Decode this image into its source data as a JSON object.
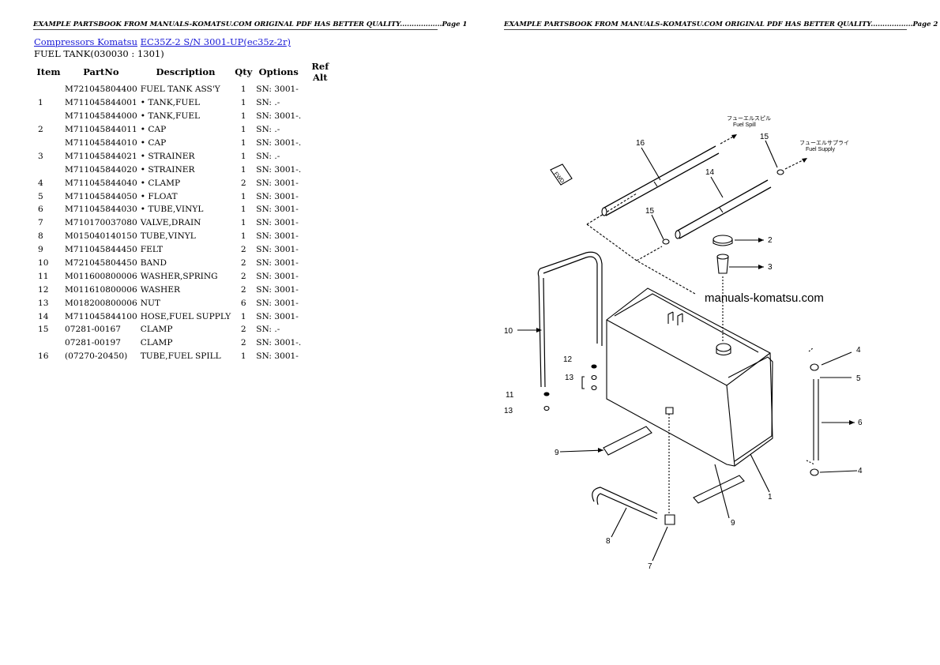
{
  "header": {
    "left": "EXAMPLE PARTSBOOK FROM MANUALS-KOMATSU.COM ORIGINAL PDF HAS BETTER QUALITY..................Page 1",
    "right": "EXAMPLE PARTSBOOK FROM MANUALS-KOMATSU.COM ORIGINAL PDF HAS BETTER QUALITY..................Page 2"
  },
  "breadcrumb": {
    "link1": "Compressors Komatsu",
    "link2": "EC35Z-2 S/N 3001-UP(ec35z-2r)"
  },
  "section_title": "FUEL TANK(030030 : 1301)",
  "table": {
    "headers": [
      "Item",
      "PartNo",
      "Description",
      "Qty",
      "Options",
      "Ref Alt"
    ],
    "rows": [
      {
        "item": "",
        "partno": "M721045804400",
        "desc": "FUEL TANK ASS'Y",
        "qty": "1",
        "options": "SN: 3001-",
        "ref": ""
      },
      {
        "item": "1",
        "partno": "M711045844001",
        "desc": "• TANK,FUEL",
        "qty": "1",
        "options": "SN: .-",
        "ref": ""
      },
      {
        "item": "",
        "partno": "M711045844000",
        "desc": "• TANK,FUEL",
        "qty": "1",
        "options": "SN: 3001-.",
        "ref": ""
      },
      {
        "item": "2",
        "partno": "M711045844011",
        "desc": "• CAP",
        "qty": "1",
        "options": "SN: .-",
        "ref": ""
      },
      {
        "item": "",
        "partno": "M711045844010",
        "desc": "• CAP",
        "qty": "1",
        "options": "SN: 3001-.",
        "ref": ""
      },
      {
        "item": "3",
        "partno": "M711045844021",
        "desc": "• STRAINER",
        "qty": "1",
        "options": "SN: .-",
        "ref": ""
      },
      {
        "item": "",
        "partno": "M711045844020",
        "desc": "• STRAINER",
        "qty": "1",
        "options": "SN: 3001-.",
        "ref": ""
      },
      {
        "item": "4",
        "partno": "M711045844040",
        "desc": "• CLAMP",
        "qty": "2",
        "options": "SN: 3001-",
        "ref": ""
      },
      {
        "item": "5",
        "partno": "M711045844050",
        "desc": "• FLOAT",
        "qty": "1",
        "options": "SN: 3001-",
        "ref": ""
      },
      {
        "item": "6",
        "partno": "M711045844030",
        "desc": "• TUBE,VINYL",
        "qty": "1",
        "options": "SN: 3001-",
        "ref": ""
      },
      {
        "item": "7",
        "partno": "M710170037080",
        "desc": "VALVE,DRAIN",
        "qty": "1",
        "options": "SN: 3001-",
        "ref": ""
      },
      {
        "item": "8",
        "partno": "M015040140150",
        "desc": "TUBE,VINYL",
        "qty": "1",
        "options": "SN: 3001-",
        "ref": ""
      },
      {
        "item": "9",
        "partno": "M711045844450",
        "desc": "FELT",
        "qty": "2",
        "options": "SN: 3001-",
        "ref": ""
      },
      {
        "item": "10",
        "partno": "M721045804450",
        "desc": "BAND",
        "qty": "2",
        "options": "SN: 3001-",
        "ref": ""
      },
      {
        "item": "11",
        "partno": "M011600800006",
        "desc": "WASHER,SPRING",
        "qty": "2",
        "options": "SN: 3001-",
        "ref": ""
      },
      {
        "item": "12",
        "partno": "M011610800006",
        "desc": "WASHER",
        "qty": "2",
        "options": "SN: 3001-",
        "ref": ""
      },
      {
        "item": "13",
        "partno": "M018200800006",
        "desc": "NUT",
        "qty": "6",
        "options": "SN: 3001-",
        "ref": ""
      },
      {
        "item": "14",
        "partno": "M711045844100",
        "desc": "HOSE,FUEL SUPPLY",
        "qty": "1",
        "options": "SN: 3001-",
        "ref": ""
      },
      {
        "item": "15",
        "partno": "07281-00167",
        "desc": "CLAMP",
        "qty": "2",
        "options": "SN: .-",
        "ref": ""
      },
      {
        "item": "",
        "partno": "07281-00197",
        "desc": "CLAMP",
        "qty": "2",
        "options": "SN: 3001-.",
        "ref": ""
      },
      {
        "item": "16",
        "partno": "(07270-20450)",
        "desc": "TUBE,FUEL SPILL",
        "qty": "1",
        "options": "SN: 3001-",
        "ref": ""
      }
    ]
  },
  "diagram": {
    "watermark": "manuals-komatsu.com",
    "jp_spill": "フューエルスピル",
    "en_spill": "Fuel Spill",
    "jp_supply": "フューエルサプライ",
    "en_supply": "Fuel Supply",
    "fwd": "FWD",
    "callouts": [
      "16",
      "15",
      "14",
      "15",
      "2",
      "3",
      "10",
      "12",
      "13",
      "11",
      "13",
      "4",
      "5",
      "6",
      "9",
      "9",
      "4",
      "1",
      "8",
      "7"
    ]
  }
}
